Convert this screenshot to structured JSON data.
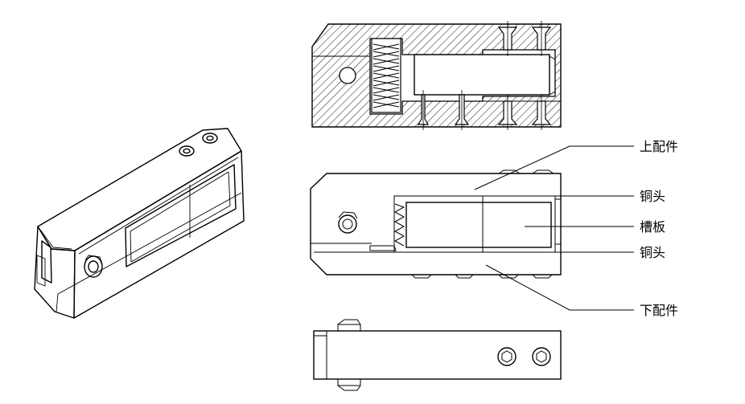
{
  "labels": {
    "upper_part": "上配件",
    "copper_head_top": "铜头",
    "slot_plate": "槽板",
    "copper_head_bottom": "铜头",
    "lower_part": "下配件"
  },
  "colors": {
    "line": "#000000",
    "background": "#ffffff"
  }
}
